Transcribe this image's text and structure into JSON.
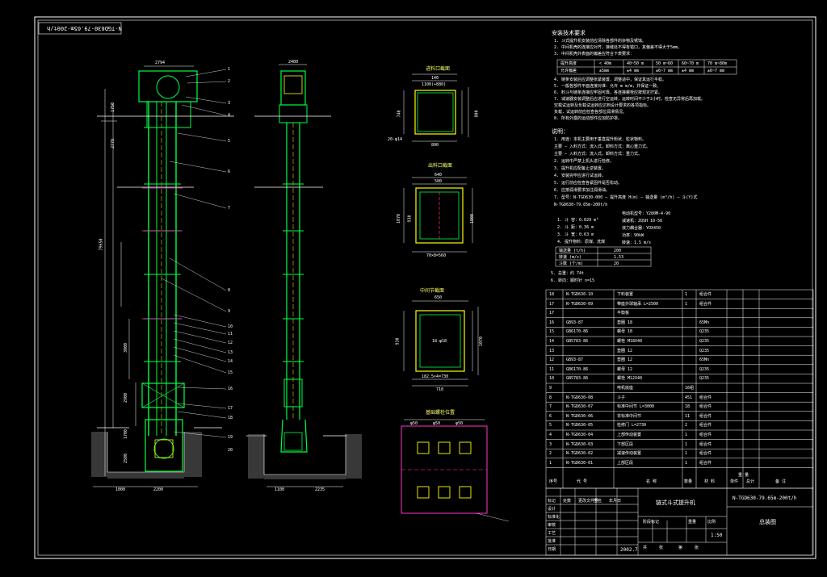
{
  "stamp": "N-TGD630-79.65m-200t/h",
  "elev_dims": {
    "top_width": "2794",
    "total_height": "79650",
    "height_a": "1750",
    "height_b": "2778",
    "height_c": "3000",
    "height_d": "2900",
    "height_e": "1700",
    "height_f": "2500",
    "bottom_left": "1000",
    "bottom_mid": "2200",
    "side_top": "2400",
    "side_bottom_a": "1100",
    "side_bottom_b": "2235"
  },
  "part_callouts": [
    "1",
    "2",
    "3",
    "4",
    "5",
    "6",
    "7",
    "8",
    "9",
    "10",
    "11",
    "12",
    "13",
    "14",
    "15",
    "16",
    "17",
    "18",
    "19",
    "20"
  ],
  "sections": [
    {
      "title": "进料口截面",
      "dims": [
        "140",
        "1100(+880)",
        "800",
        "740",
        "800",
        "20-φ14"
      ]
    },
    {
      "title": "出料口截面",
      "dims": [
        "640",
        "500",
        "1070",
        "930",
        "1000",
        "70×8=560"
      ]
    },
    {
      "title": "中间节截面",
      "dims": [
        "650",
        "930",
        "1070",
        "18-φ18",
        "182.5×4=730",
        "710"
      ]
    },
    {
      "title": "基础螺栓位置",
      "dims": [
        "φ50",
        "φ50",
        "φ50"
      ]
    }
  ],
  "tech_req_title": "安装技术要求",
  "tech_req": [
    "1. 斗式提升机安装前应清除各部件的杂物及锈蚀。",
    "2. 中间机壳的连接应对齐，接缝处不得有错口，其偏差不得大于5mm。",
    "3. 中间机壳外表面的偏差应符合下表要求："
  ],
  "tol_table": {
    "header": [
      "提升高度",
      "< 40m",
      "40~50 m",
      "50 m~60",
      "60~70 m",
      "70 m~80m"
    ],
    "row": [
      "允许偏差",
      "±5mm",
      "±4 mm",
      "±6~7 mm",
      "±4 mm",
      "±6~7 mm"
    ]
  },
  "tech_req2": [
    "4. 链条安装后应调整张紧装置，调整适中，保证其运行平稳。",
    "5. 一般各部件平面连接对准：允许    m m/m，并保证一致。",
    "6. 料斗与链条连接应牢固可靠，各连接螺栓应按规定拧紧。",
    "7. 减速器安装调整后应进行空运转，运转时间不少于2小时，检查无异常后再加载。",
    "   空载试运转及负载试运转应达到设计要求的各项指标。",
    "   负载，试运转前应检查各部位润滑情况。",
    "8. 所有外露的运动部件应加防护罩。"
  ],
  "notes_title": "说明：",
  "notes": [
    "1. 用途：本机主要用于垂直提升粉状、粒状物料。",
    "   主要 — 入料方式：流入式，卸料方式：离心重力式。",
    "   主要 — 入料方式：流入式，卸料方式：重力式。",
    "2. 运转中严禁上机头进行检修。",
    "3. 提升机应配备止逆装置。",
    "4. 安装完毕应进行试运转。",
    "5. 运行前应检查各紧固件是否松动。",
    "6. 应按润滑要求加注润滑油。",
    "7. 型号：N-TGD630-000  — 提升高度 H(m) — 输送量 (m³/h) — 斗(Y)式",
    "   N-TGD630-79.65m-200t/h"
  ],
  "params": [
    "1. 斗   容：0.029 m³",
    "2. 斗   距：0.36 m",
    "3. 斗   宽：0.63 m",
    "4. 提升物料：原煤、洗煤"
  ],
  "motor_params": [
    "电动机型号：Y280M-4-90",
    "减速机：ZQSH 10-56",
    "液力耦合器：YOX450",
    "功率：90kW",
    "转速：1.5 m/s"
  ],
  "capacity_table": [
    [
      "输送量 (t/h)",
      "200"
    ],
    [
      "转速 (m/s)",
      "1.53"
    ],
    [
      "斗数 (个/m)",
      "20"
    ]
  ],
  "extra_notes": [
    "5. 总重：约 74t",
    "6. 转向：顺时针  n=15"
  ],
  "bom": [
    [
      "18",
      "N-TGD630-10",
      "下料装置",
      "1",
      "组合件",
      ""
    ],
    [
      "17",
      "N-TGD630-09",
      "带座外球轴承 L=2500",
      "1",
      "组合件",
      ""
    ],
    [
      "17",
      "",
      "平衡板",
      "",
      "",
      ""
    ],
    [
      "16",
      "GB93-87",
      "垫圈 18",
      "",
      "65Mn",
      ""
    ],
    [
      "15",
      "GB6170-86",
      "螺母 18",
      "",
      "Q235",
      ""
    ],
    [
      "14",
      "GB5783-86",
      "螺栓 M18X40",
      "",
      "Q235",
      ""
    ],
    [
      "13",
      "",
      "垫圈 12",
      "",
      "Q235",
      ""
    ],
    [
      "12",
      "GB93-87",
      "垫圈 12",
      "",
      "65Mn",
      ""
    ],
    [
      "11",
      "GB6170-86",
      "螺母 12",
      "",
      "Q235",
      ""
    ],
    [
      "10",
      "GB5783-86",
      "螺栓 M12X40",
      "",
      "Q235",
      ""
    ],
    [
      "9",
      "",
      "电机底座",
      "16组",
      "",
      ""
    ],
    [
      "8",
      "N-TGD630-08",
      "斗子",
      "451",
      "组合件",
      ""
    ],
    [
      "7",
      "N-TGD630-07",
      "标准中间节 L=3000",
      "18",
      "组合件",
      ""
    ],
    [
      "6",
      "N-TGD630-06",
      "非标准中间节",
      "11",
      "组合件",
      ""
    ],
    [
      "5",
      "N-TGD630-05",
      "检修门 L=2730",
      "2",
      "组合件",
      ""
    ],
    [
      "4",
      "N-TGD630-04",
      "上部传动装置",
      "1",
      "组合件",
      ""
    ],
    [
      "3",
      "N-TGD630-03",
      "下部区段",
      "1",
      "组合件",
      ""
    ],
    [
      "2",
      "N-TGD630-02",
      "减速传动装置",
      "1",
      "组合件",
      ""
    ],
    [
      "1",
      "N-TGD630-01",
      "上部区段",
      "1",
      "组合件",
      ""
    ]
  ],
  "bom_header": [
    "序号",
    "代 号",
    "名 称",
    "数量",
    "材 料",
    "单件",
    "总计",
    "备 注"
  ],
  "bom_weight": "重 量",
  "title_block": {
    "name": "链式斗式提升机",
    "code": "N-TGD630-79.65m-200t/h",
    "drawing": "总装图",
    "scale": "1:50",
    "date": "2002.7",
    "labels": [
      "标记",
      "处数",
      "更改文件号",
      "签名",
      "年月日",
      "设计",
      "标准化",
      "审核",
      "工艺",
      "批准",
      "日期"
    ],
    "stage_labels": [
      "阶段标记",
      "重量",
      "比例",
      "共",
      "张",
      "第",
      "张"
    ]
  }
}
